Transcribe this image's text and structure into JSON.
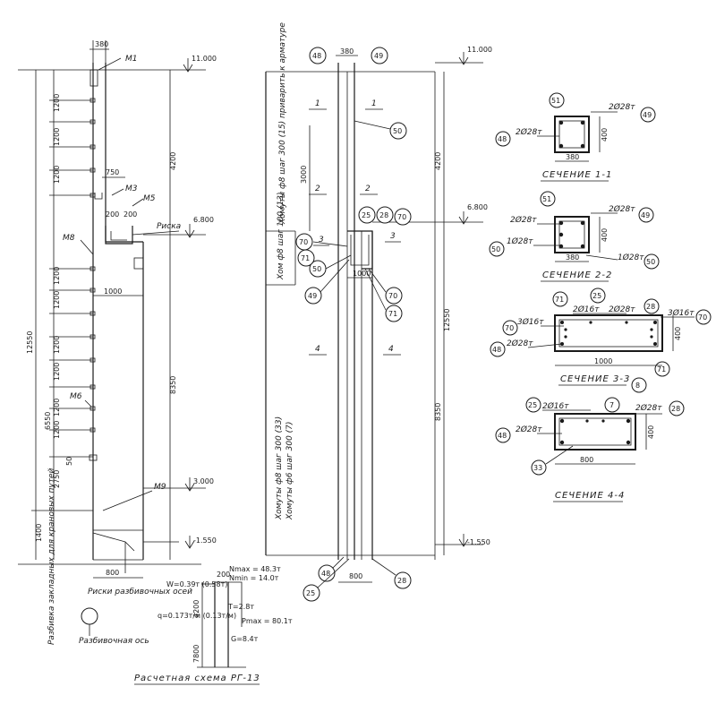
{
  "left_elevation": {
    "top_width": "380",
    "top_level": "11.000",
    "mid_level": "6.800",
    "low_level": "-1.550",
    "level_3": "3.000",
    "marks": [
      "М1",
      "М3",
      "М5",
      "М8",
      "М6",
      "М9"
    ],
    "dims_left": [
      "1200",
      "1200",
      "1200",
      "1200",
      "1200",
      "1200",
      "1200",
      "1200",
      "1200",
      "2750",
      "1400"
    ],
    "total_height": "12550",
    "sub_height": "6550",
    "right_dims": [
      "4200",
      "8350"
    ],
    "dim_750": "750",
    "dim_200": "200",
    "dim_1000": "1000",
    "dim_800": "800",
    "dim_50": "50",
    "label_risk": "Риска",
    "label_risk_axes": "Риски разбивочных осей",
    "label_axis": "Разбивочная ось",
    "label_vertical": "Разбивка закладных для крановых путей"
  },
  "mid_elevation": {
    "top_width": "380",
    "top_level": "11.000",
    "mid_level": "6.800",
    "low_level": "-1.550",
    "circles_top": [
      "48",
      "49"
    ],
    "circle_50": "50",
    "circle_25": "25",
    "circle_28": "28",
    "circle_70": "70",
    "circle_71": "71",
    "circle_49b": "49",
    "bottom_circles": [
      "48",
      "25",
      "28"
    ],
    "section_marks": [
      "1",
      "1",
      "2",
      "2",
      "3",
      "3",
      "4",
      "4"
    ],
    "dim_3000": "3000",
    "dim_1000": "1000",
    "dim_800": "800",
    "dims_right": [
      "4200",
      "8350",
      "12550"
    ],
    "note_top": "Хомуты ф8 шаг 300 (15) приварить к арматуре",
    "note_mid": "Хомуты ф8 шаг 300 (33)",
    "note_bottom": "Хомуты ф6 шаг 300 (7)",
    "note_small": "Хом ф8 шаг 100 (13)"
  },
  "calc_scheme": {
    "title": "Расчетная схема РГ-13",
    "wind": "W=0.39т (0.58т)",
    "nmax": "Nmax = 48.3т",
    "nmin": "Nmin = 14.0т",
    "pmax": "Pmax = 80.1т",
    "t": "Т=2.8т",
    "q": "q=0.173т/м (0.13т/м)",
    "g": "G=8.4т",
    "h1": "4200",
    "h2": "7800",
    "dim_200": "200"
  },
  "sections": [
    {
      "title": "СЕЧЕНИЕ 1-1",
      "width": "380",
      "height": "400",
      "circles": [
        "51",
        "48",
        "49"
      ],
      "bars": [
        "2Ø28т",
        "2Ø28т"
      ]
    },
    {
      "title": "СЕЧЕНИЕ 2-2",
      "width": "380",
      "height": "400",
      "circles": [
        "51",
        "49",
        "50",
        "50"
      ],
      "bars": [
        "2Ø28т",
        "2Ø28т",
        "1Ø28т",
        "1Ø28т"
      ]
    },
    {
      "title": "СЕЧЕНИЕ 3-3",
      "width": "1000",
      "height": "400",
      "circles": [
        "25",
        "28",
        "70",
        "70",
        "48",
        "71",
        "71",
        "8"
      ],
      "bars": [
        "2Ø16т",
        "2Ø28т",
        "3Ø16т",
        "3Ø16т",
        "2Ø28т"
      ]
    },
    {
      "title": "СЕЧЕНИЕ 4-4",
      "width": "800",
      "height": "400",
      "circles": [
        "25",
        "7",
        "28",
        "48",
        "33"
      ],
      "bars": [
        "2Ø16т",
        "2Ø28т",
        "2Ø28т"
      ]
    }
  ]
}
